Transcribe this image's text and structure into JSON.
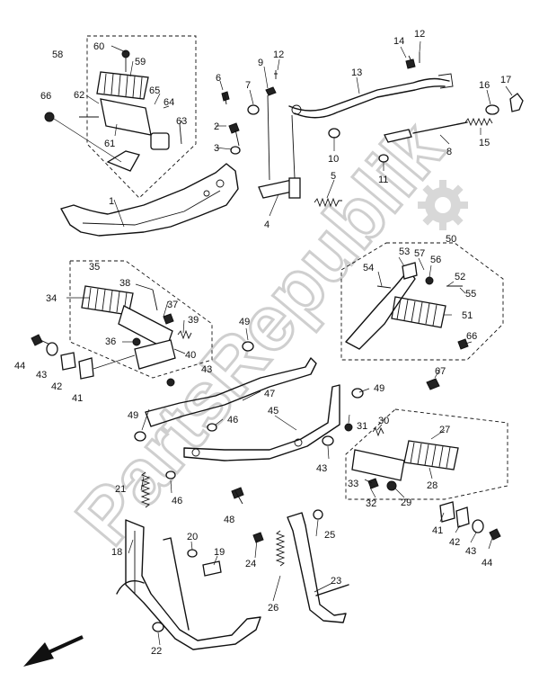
{
  "watermark": "PartsRepublik",
  "labels": {
    "l1": "1",
    "l2": "2",
    "l3": "3",
    "l4": "4",
    "l5": "5",
    "l6": "6",
    "l7": "7",
    "l8": "8",
    "l9": "9",
    "l10": "10",
    "l11": "11",
    "l12a": "12",
    "l12b": "12",
    "l13": "13",
    "l14": "14",
    "l15": "15",
    "l16": "16",
    "l17": "17",
    "l18": "18",
    "l19": "19",
    "l20": "20",
    "l21": "21",
    "l22": "22",
    "l23": "23",
    "l24": "24",
    "l25": "25",
    "l26": "26",
    "l27": "27",
    "l28": "28",
    "l29": "29",
    "l30": "30",
    "l31": "31",
    "l32": "32",
    "l33": "33",
    "l34": "34",
    "l35": "35",
    "l36": "36",
    "l37": "37",
    "l38": "38",
    "l39": "39",
    "l40": "40",
    "l41a": "41",
    "l41b": "41",
    "l42a": "42",
    "l42b": "42",
    "l43a": "43",
    "l43b": "43",
    "l43c": "43",
    "l44a": "44",
    "l44b": "44",
    "l45": "45",
    "l46a": "46",
    "l46b": "46",
    "l47": "47",
    "l48": "48",
    "l49a": "49",
    "l49b": "49",
    "l49c": "49",
    "l50": "50",
    "l51": "51",
    "l52": "52",
    "l53": "53",
    "l54": "54",
    "l55": "55",
    "l56": "56",
    "l57": "57",
    "l58": "58",
    "l59": "59",
    "l60": "60",
    "l61": "61",
    "l62": "62",
    "l63": "63",
    "l64": "64",
    "l65": "65",
    "l66a": "66",
    "l66b": "66",
    "l67": "67"
  }
}
